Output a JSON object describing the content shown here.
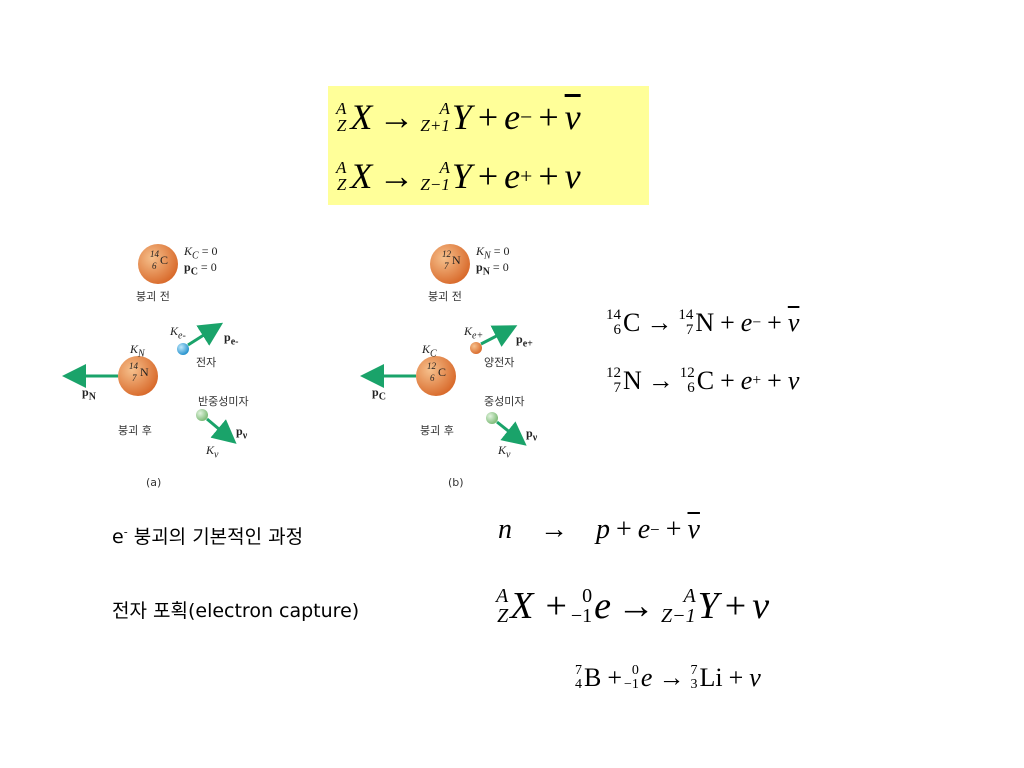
{
  "box": {
    "row1": {
      "A": "A",
      "Z": "Z",
      "X": "X",
      "arrow": "→",
      "A2": "A",
      "Z2": "Z+1",
      "Y": "Y",
      "plus1": "+",
      "e": "e",
      "esup": "−",
      "plus2": "+",
      "nu": "ν"
    },
    "row2": {
      "A": "A",
      "Z": "Z",
      "X": "X",
      "arrow": "→",
      "A2": "A",
      "Z2": "Z−1",
      "Y": "Y",
      "plus1": "+",
      "e": "e",
      "esup": "+",
      "plus2": "+",
      "nu": "ν"
    }
  },
  "panel_a": {
    "before_nucleus_mass": "14",
    "before_nucleus_z": "6",
    "before_nucleus_sym": "C",
    "k_before": "K",
    "k_before_sub": "C",
    "k_before_val": "= 0",
    "p_before": "p",
    "p_before_sub": "C",
    "p_before_val": "= 0",
    "before_label": "붕괴 전",
    "k_n": "K",
    "k_n_sub": "N",
    "after_nucleus_mass": "14",
    "after_nucleus_z": "7",
    "after_nucleus_sym": "N",
    "p_n": "p",
    "p_n_sub": "N",
    "k_e": "K",
    "k_e_sub": "e-",
    "p_e": "p",
    "p_e_sub": "e-",
    "electron_label": "전자",
    "antineutrino_label": "반중성미자",
    "p_nubar": "p",
    "p_nubar_sub": "ν",
    "k_nubar": "K",
    "k_nubar_sub": "ν",
    "after_label": "붕괴 후",
    "caption": "(a)"
  },
  "panel_b": {
    "before_nucleus_mass": "12",
    "before_nucleus_z": "7",
    "before_nucleus_sym": "N",
    "k_before": "K",
    "k_before_sub": "N",
    "k_before_val": "= 0",
    "p_before": "p",
    "p_before_sub": "N",
    "p_before_val": "= 0",
    "before_label": "붕괴 전",
    "k_c": "K",
    "k_c_sub": "C",
    "after_nucleus_mass": "12",
    "after_nucleus_z": "6",
    "after_nucleus_sym": "C",
    "p_c": "p",
    "p_c_sub": "C",
    "k_e": "K",
    "k_e_sub": "e+",
    "p_e": "p",
    "p_e_sub": "e+",
    "positron_label": "양전자",
    "neutrino_label": "중성미자",
    "p_nu": "p",
    "p_nu_sub": "ν",
    "k_nu": "K",
    "k_nu_sub": "ν",
    "after_label": "붕괴 후",
    "caption": "(b)"
  },
  "eq1": {
    "A": "14",
    "Z": "6",
    "sym": "C",
    "arrow": "→",
    "A2": "14",
    "Z2": "7",
    "sym2": "N",
    "plus1": "+",
    "e": "e",
    "esup": "−",
    "plus2": "+",
    "nu": "ν"
  },
  "eq2": {
    "A": "12",
    "Z": "7",
    "sym": "N",
    "arrow": "→",
    "A2": "12",
    "Z2": "6",
    "sym2": "C",
    "plus1": "+",
    "e": "e",
    "esup": "+",
    "plus2": "+",
    "nu": "ν"
  },
  "decay_label": {
    "e": "e",
    "esup": "-",
    "text": " 붕괴의 기본적인 과정"
  },
  "decay_eq": {
    "n": "n",
    "arrow": "→",
    "p": "p",
    "plus1": "+",
    "e": "e",
    "esup": "−",
    "plus2": "+",
    "nu": "ν"
  },
  "capture_label": {
    "text": "전자 포획",
    "paren": "(electron capture)"
  },
  "capture_eq": {
    "A": "A",
    "Z": "Z",
    "X": "X",
    "plus1": "+",
    "A0": "0",
    "Zm": "−1",
    "e": "e",
    "arrow": "→",
    "A2": "A",
    "Z2": "Z−1",
    "Y": "Y",
    "plus2": "+",
    "nu": "ν"
  },
  "b_eq": {
    "A": "7",
    "Z": "4",
    "sym": "B",
    "plus1": "+",
    "A0": "0",
    "Zm": "−1",
    "e": "e",
    "arrow": "→",
    "A2": "7",
    "Z2": "3",
    "sym2": "Li",
    "plus2": "+",
    "nu": "ν"
  },
  "colors": {
    "box": "#ffff99",
    "nucleus": "#e8843a",
    "electron": "#3aa9e0",
    "positron": "#e8843a",
    "neutrino": "#9fd19a",
    "arrow": "#1aa36a"
  }
}
